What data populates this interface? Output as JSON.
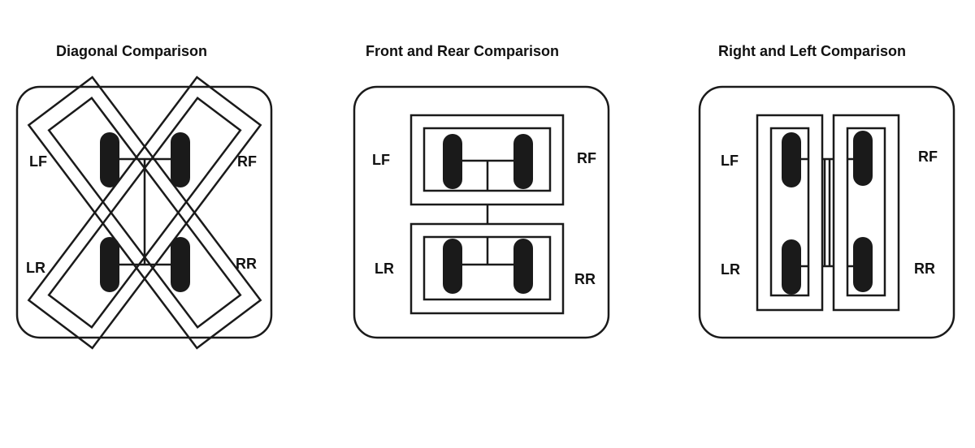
{
  "panels": [
    {
      "title": "Diagonal Comparison",
      "labels": {
        "lf": "LF",
        "rf": "RF",
        "lr": "LR",
        "rr": "RR"
      }
    },
    {
      "title": "Front and Rear Comparison",
      "labels": {
        "lf": "LF",
        "rf": "RF",
        "lr": "LR",
        "rr": "RR"
      }
    },
    {
      "title": "Right and Left Comparison",
      "labels": {
        "lf": "LF",
        "rf": "RF",
        "lr": "LR",
        "rr": "RR"
      }
    }
  ],
  "colors": {
    "stroke": "#1a1a1a",
    "wheel": "#1a1a1a",
    "background": "#ffffff"
  }
}
